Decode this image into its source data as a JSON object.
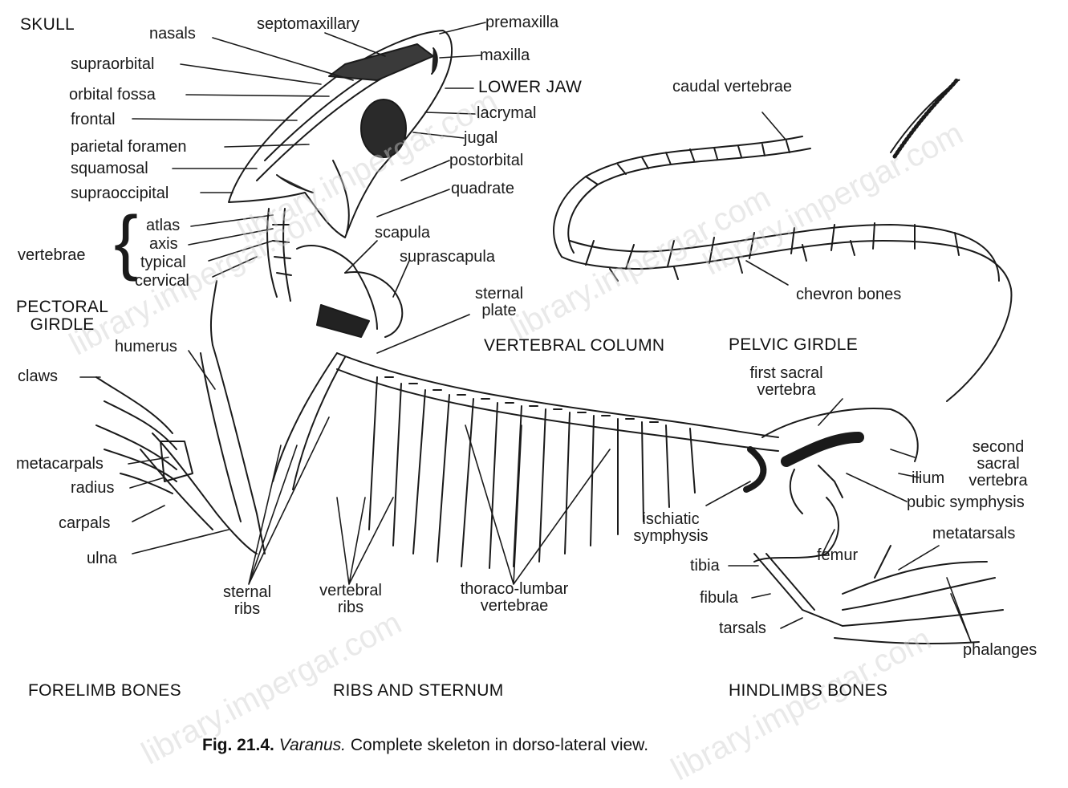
{
  "sections": {
    "skull": "SKULL",
    "pectoral_girdle": "PECTORAL\nGIRDLE",
    "vertebral_column": "VERTEBRAL COLUMN",
    "pelvic_girdle": "PELVIC GIRDLE",
    "lower_jaw": "LOWER JAW",
    "forelimb_bones": "FORELIMB BONES",
    "ribs_and_sternum": "RIBS AND STERNUM",
    "hindlimbs_bones": "HINDLIMBS BONES"
  },
  "labels": {
    "nasals": "nasals",
    "septomaxillary": "septomaxillary",
    "premaxilla": "premaxilla",
    "maxilla": "maxilla",
    "supraorbital": "supraorbital",
    "orbital_fossa": "orbital fossa",
    "frontal": "frontal",
    "lacrymal": "lacrymal",
    "jugal": "jugal",
    "parietal_foramen": "parietal foramen",
    "squamosal": "squamosal",
    "postorbital": "postorbital",
    "supraoccipital": "supraoccipital",
    "quadrate": "quadrate",
    "caudal_vertebrae": "caudal vertebrae",
    "atlas": "atlas",
    "axis": "axis",
    "typical": "typical",
    "cervical": "cervical",
    "vertebrae": "vertebrae",
    "scapula": "scapula",
    "suprascapula": "suprascapula",
    "chevron_bones": "chevron bones",
    "sternal_plate": "sternal\nplate",
    "humerus": "humerus",
    "claws": "claws",
    "first_sacral_vertebra": "first sacral\nvertebra",
    "second_sacral_vertebra": "second sacral\nvertebra",
    "ilium": "ilium",
    "pubic_symphysis": "pubic symphysis",
    "metacarpals": "metacarpals",
    "radius": "radius",
    "carpals": "carpals",
    "ulna": "ulna",
    "ischiatic_symphysis": "ischiatic\nsymphysis",
    "metatarsals": "metatarsals",
    "femur": "femur",
    "tibia": "tibia",
    "fibula": "fibula",
    "tarsals": "tarsals",
    "phalanges": "phalanges",
    "sternal_ribs": "sternal\nribs",
    "vertebral_ribs": "vertebral\nribs",
    "thoraco_lumbar_vertebrae": "thoraco-lumbar\nvertebrae"
  },
  "caption": {
    "fig": "Fig. 21.4.",
    "genus": "Varanus.",
    "text": "Complete skeleton in dorso-lateral view."
  },
  "watermark": "library.impergar.com",
  "colors": {
    "ink": "#1a1a1a",
    "watermark": "#cfcfcf"
  }
}
